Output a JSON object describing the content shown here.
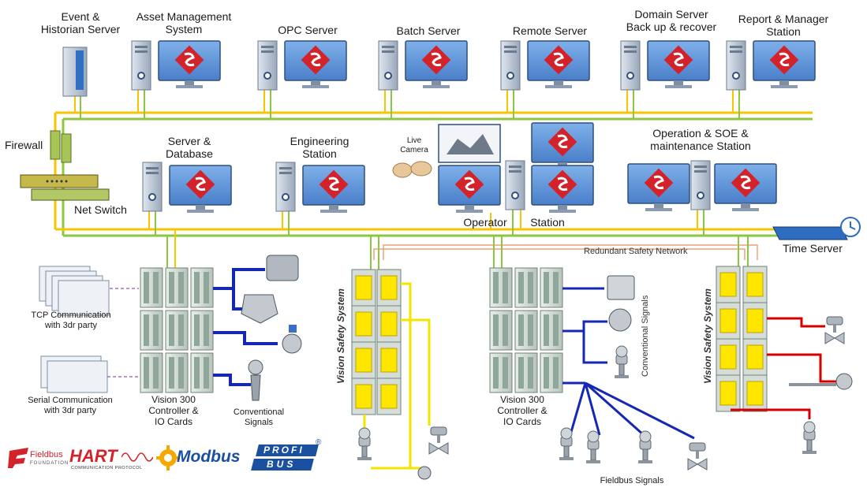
{
  "colors": {
    "bus_green": "#8dc63f",
    "bus_yellow": "#f7c600",
    "safety_net": "#e8a47a",
    "signal_blue": "#1428b4",
    "signal_red": "#d40000",
    "signal_yellow": "#f2e600",
    "monitor_blue": "#5b8fd6",
    "logo_red": "#d4222a"
  },
  "top_row": [
    {
      "label": "Event &\nHistorian Server",
      "icon": "server-tower-icon"
    },
    {
      "label": "Asset Management\nSystem",
      "icon": "workstation-icon"
    },
    {
      "label": "OPC Server",
      "icon": "workstation-icon"
    },
    {
      "label": "Batch Server",
      "icon": "workstation-icon"
    },
    {
      "label": "Remote Server",
      "icon": "workstation-icon"
    },
    {
      "label": "Domain Server\nBack up & recover",
      "icon": "workstation-icon"
    },
    {
      "label": "Report & Manager\nStation",
      "icon": "workstation-icon"
    }
  ],
  "middle_row": {
    "firewall": "Firewall",
    "net_switch": "Net Switch",
    "server_db": "Server &\nDatabase",
    "engineering": "Engineering\nStation",
    "live_camera": "Live\nCamera",
    "operator": "Operator",
    "operator_station": "Station",
    "operation_soe": "Operation & SOE &\nmaintenance Station",
    "time_server": "Time Server"
  },
  "field": {
    "redundant_net": "Redundant Safety Network",
    "tcp_comm": "TCP Communication\nwith 3dr party",
    "serial_comm": "Serial Communication\nwith 3dr party",
    "controller_left": "Vision 300\nController &\nIO Cards",
    "controller_right": "Vision 300\nController &\nIO Cards",
    "conventional_left": "Conventional\nSignals",
    "conventional_right": "Conventional Signals",
    "safety_left": "Vision Safety  System",
    "safety_right": "Vision Safety  System",
    "fieldbus_signals": "Fieldbus Signals"
  },
  "logos": {
    "fieldbus": "Fieldbus",
    "fieldbus_sub": "FOUNDATION",
    "hart": "HART",
    "hart_sub": "COMMUNICATION PROTOCOL",
    "modbus": "Modbus",
    "profi_top": "PROFI",
    "profi_bottom": "BUS",
    "profi_mark": "®"
  }
}
